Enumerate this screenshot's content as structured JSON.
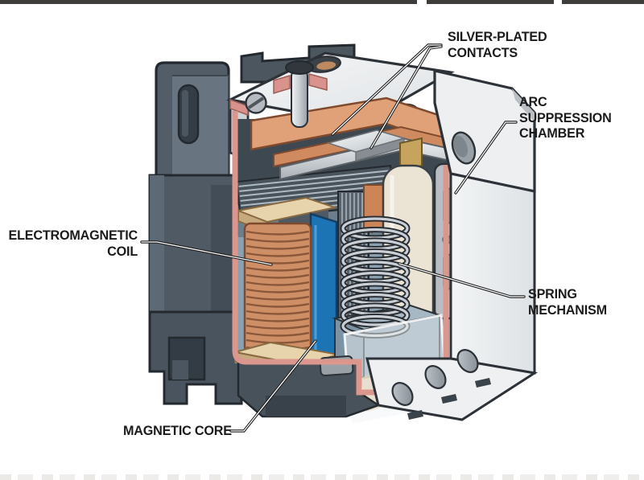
{
  "figure": {
    "type": "technical-cutaway-illustration",
    "subject": "Electromechanical relay (contactor) cutaway diagram",
    "background": "#ffffff"
  },
  "labels": {
    "silver_contacts": "SILVER-PLATED\nCONTACTS",
    "arc_chamber": "ARC\nSUPPRESSION\nCHAMBER",
    "electromagnetic_coil": "ELECTROMAGNETIC\nCOIL",
    "spring_mechanism": "SPRING\nMECHANISM",
    "magnetic_core": "MAGNETIC CORE"
  },
  "components": [
    "silver-plated contacts",
    "arc suppression chamber",
    "electromagnetic coil",
    "spring mechanism",
    "magnetic core"
  ],
  "colors": {
    "outline": "#23292e",
    "dark_housing": "#515c66",
    "dark_housing_shadow": "#39424a",
    "cut_edge_pink": "#db978e",
    "interior_blue_gray": "#8ba1b1",
    "copper": "#d08a60",
    "coil_winding": "#cf8f66",
    "bobbin_blue": "#1d74b4",
    "flange_tan": "#e8d4ac",
    "silver": "#e6e9ec",
    "brass": "#c7a45e",
    "cream": "#ebe4d5",
    "white_housing": "#eef0f2",
    "spring_gray": "#c9cfd5",
    "label_text": "#1b1b1b",
    "top_strip_artifact": "#2e2d29",
    "bottom_strip_artifact": "#dbd9d4"
  }
}
